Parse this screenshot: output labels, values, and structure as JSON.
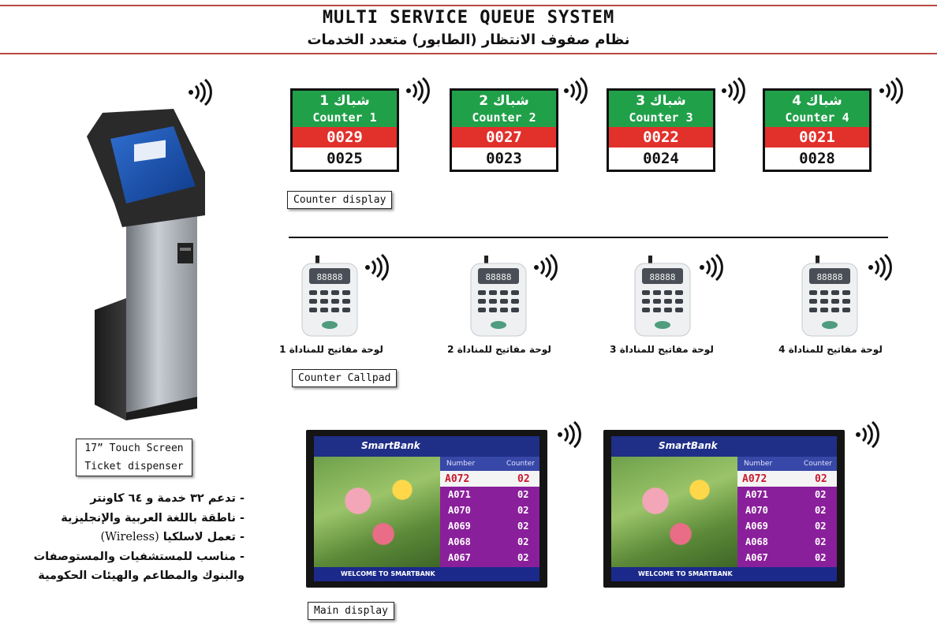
{
  "header": {
    "title_en": "MULTI SERVICE QUEUE SYSTEM",
    "title_ar": "نظام صفوف الانتظار (الطابور) متعدد الخدمات"
  },
  "counters": [
    {
      "ar": "شباك 1",
      "en": "Counter 1",
      "current": "0029",
      "next": "0025"
    },
    {
      "ar": "شباك 2",
      "en": "Counter 2",
      "current": "0027",
      "next": "0023"
    },
    {
      "ar": "شباك 3",
      "en": "Counter 3",
      "current": "0022",
      "next": "0024"
    },
    {
      "ar": "شباك 4",
      "en": "Counter 4",
      "current": "0021",
      "next": "0028"
    }
  ],
  "labels": {
    "counter_display": "Counter display",
    "counter_callpad": "Counter Callpad",
    "main_display": "Main display",
    "kiosk_line1": "17” Touch Screen",
    "kiosk_line2": "Ticket dispenser"
  },
  "callpads": [
    {
      "label": "لوحة مفاتيح للمناداة 1"
    },
    {
      "label": "لوحة مفاتيح للمناداة 2"
    },
    {
      "label": "لوحة مفاتيح للمناداة 3"
    },
    {
      "label": "لوحة مفاتيح للمناداة 4"
    }
  ],
  "callpad_screen": "88888",
  "features": [
    "تدعم ٣٢ خدمة و ٦٤ كاونتر",
    "ناطقة باللغة العربية والإنجليزية",
    "تعمل لاسلكيا",
    "مناسب للمستشفيات والمستوصفات",
    "والبنوك والمطاعم والهيئات الحكومية"
  ],
  "features_wireless": "(Wireless)",
  "main_display": {
    "brand": "SmartBank",
    "col_number": "Number",
    "col_counter": "Counter",
    "footer": "WELCOME TO SMARTBANK",
    "rows": [
      {
        "number": "A072",
        "counter": "02"
      },
      {
        "number": "A071",
        "counter": "02"
      },
      {
        "number": "A070",
        "counter": "02"
      },
      {
        "number": "A069",
        "counter": "02"
      },
      {
        "number": "A068",
        "counter": "02"
      },
      {
        "number": "A067",
        "counter": "02"
      }
    ]
  },
  "colors": {
    "accent_line": "#b94a43",
    "counter_green": "#21a04a",
    "counter_red": "#e2302b"
  },
  "icons": [
    "wireless-signal-icon"
  ]
}
